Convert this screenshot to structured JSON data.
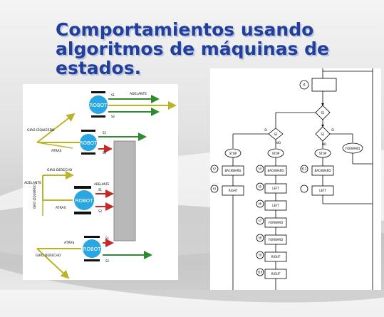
{
  "slide": {
    "title_lines": [
      "Comportamientos usando",
      "algoritmos de máquinas de",
      "estados."
    ]
  },
  "left_diagram": {
    "robot_label": "ROBOT",
    "labels": {
      "adelante": "ADELANTE",
      "adelante_upper": "ADELANTE",
      "giro_izquierdo": "GIRO IZQUIERDO",
      "giro_izquierdo_v": "GIRO IZQUIERDO",
      "giro_derecho": "GIRO DERECHO",
      "giro_derecho_low": "GIRO DERECHO",
      "atras": "ATRAS",
      "atras2": "ATRAS",
      "atras3": "ATRAS",
      "s1": "S1",
      "s2": "S2",
      "s1b": "S1",
      "s2b": "S2",
      "s1c": "S1",
      "s2c": "S2",
      "s1d": "S1",
      "s2d": "S2"
    }
  },
  "flowchart": {
    "decisions": [
      "S1",
      "S1",
      "S2"
    ],
    "stop": "STOP",
    "forward": "FORWARD",
    "left_branch": [
      "BACKWARD",
      "RIGHT"
    ],
    "mid_branch": [
      "BACKWARD",
      "LEFT",
      "LEFT",
      "FORWARD",
      "FORWARD",
      "RIGHT",
      "RIGHT"
    ],
    "right_branch": [
      "BACKWARD",
      "LEFT"
    ],
    "timers": [
      "t1",
      "t2",
      "t3",
      "t4",
      "t5",
      "t6",
      "t7",
      "t8",
      "t9",
      "t10",
      "t11"
    ],
    "yes": "SI",
    "no": "NO"
  },
  "colors": {
    "title": "#22409a",
    "robot": "#2aa6e0",
    "green_arrow": "#2e8b2e",
    "red_arrow": "#c62828",
    "yellow_arrow": "#b9b42a",
    "wall": "#b8b8b8"
  }
}
